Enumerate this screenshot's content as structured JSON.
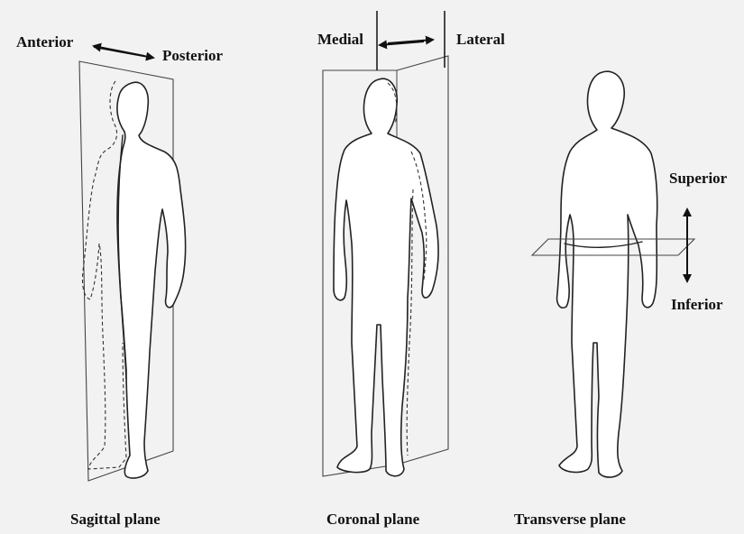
{
  "labels": {
    "anterior": "Anterior",
    "posterior": "Posterior",
    "medial": "Medial",
    "lateral": "Lateral",
    "superior": "Superior",
    "inferior": "Inferior"
  },
  "captions": {
    "sagittal": "Sagittal plane",
    "coronal": "Coronal plane",
    "transverse": "Transverse plane"
  }
}
